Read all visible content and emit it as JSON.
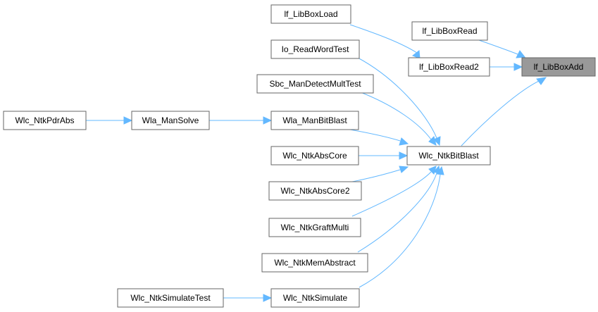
{
  "diagram": {
    "colors": {
      "edge": "#63b8ff",
      "node_border": "#666666",
      "highlight_fill": "#999999",
      "node_fill": "#ffffff"
    },
    "nodes": {
      "lf_libboxadd": "lf_LibBoxAdd",
      "lf_libboxload": "lf_LibBoxLoad",
      "lf_libboxread": "lf_LibBoxRead",
      "lf_libboxread2": "lf_LibBoxRead2",
      "io_readwordtest": "Io_ReadWordTest",
      "sbc_mandetectmulttest": "Sbc_ManDetectMultTest",
      "wlc_ntkpdrabs": "Wlc_NtkPdrAbs",
      "wla_mansolve": "Wla_ManSolve",
      "wla_manbitblast": "Wla_ManBitBlast",
      "wlc_ntkabscore": "Wlc_NtkAbsCore",
      "wlc_ntkbitblast": "Wlc_NtkBitBlast",
      "wlc_ntkabscore2": "Wlc_NtkAbsCore2",
      "wlc_ntkgraftmulti": "Wlc_NtkGraftMulti",
      "wlc_ntkmemabstract": "Wlc_NtkMemAbstract",
      "wlc_ntksimulatetest": "Wlc_NtkSimulateTest",
      "wlc_ntksimulate": "Wlc_NtkSimulate"
    },
    "edges": [
      [
        "lf_libboxload",
        "lf_libboxread2"
      ],
      [
        "lf_libboxread",
        "lf_libboxadd"
      ],
      [
        "lf_libboxread2",
        "lf_libboxadd"
      ],
      [
        "wlc_ntkbitblast",
        "lf_libboxadd"
      ],
      [
        "io_readwordtest",
        "wlc_ntkbitblast"
      ],
      [
        "sbc_mandetectmulttest",
        "wlc_ntkbitblast"
      ],
      [
        "wlc_ntkpdrabs",
        "wla_mansolve"
      ],
      [
        "wla_mansolve",
        "wla_manbitblast"
      ],
      [
        "wla_manbitblast",
        "wlc_ntkbitblast"
      ],
      [
        "wlc_ntkabscore",
        "wlc_ntkbitblast"
      ],
      [
        "wlc_ntkabscore2",
        "wlc_ntkbitblast"
      ],
      [
        "wlc_ntkgraftmulti",
        "wlc_ntkbitblast"
      ],
      [
        "wlc_ntkmemabstract",
        "wlc_ntkbitblast"
      ],
      [
        "wlc_ntksimulate",
        "wlc_ntkbitblast"
      ],
      [
        "wlc_ntksimulatetest",
        "wlc_ntksimulate"
      ]
    ]
  }
}
